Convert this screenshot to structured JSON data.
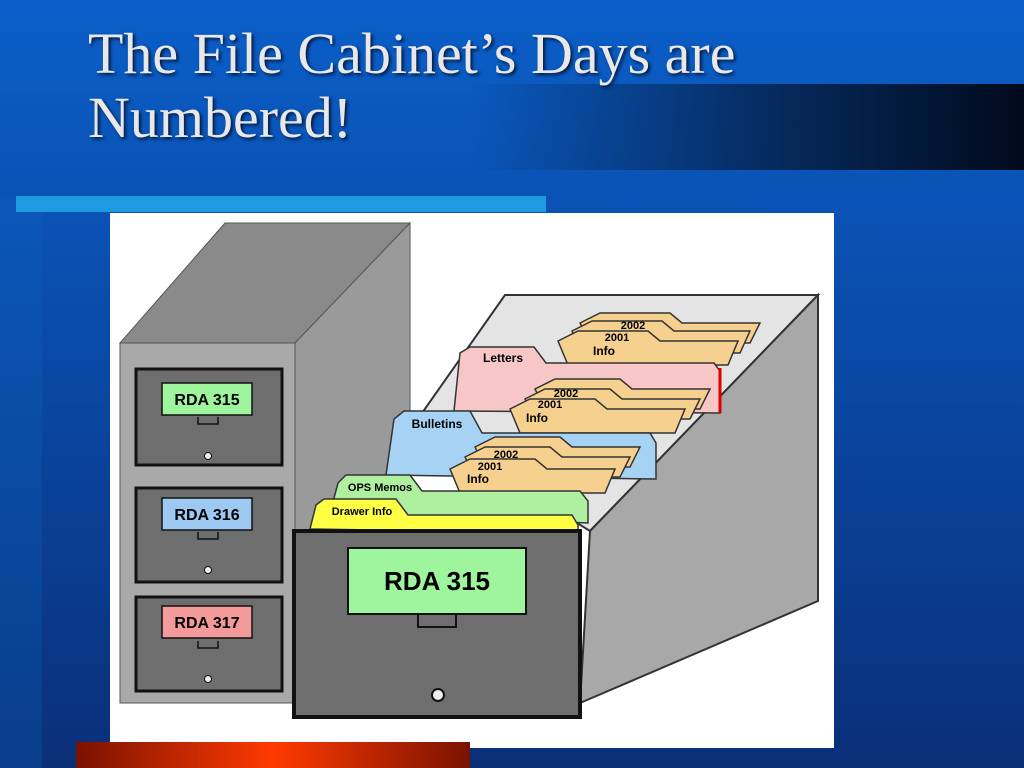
{
  "slide": {
    "title": "The File Cabinet’s Days are Numbered!"
  },
  "cabinet": {
    "drawers": [
      {
        "label": "RDA 315",
        "color": "#9ef59e"
      },
      {
        "label": "RDA 316",
        "color": "#9cc8f2"
      },
      {
        "label": "RDA 317",
        "color": "#f59a9a"
      }
    ]
  },
  "open_drawer": {
    "label": "RDA 315",
    "folders": [
      {
        "tab": "Letters",
        "color": "#f7c6c6"
      },
      {
        "tab": "Bulletins",
        "color": "#a6d2f4"
      },
      {
        "tab": "OPS Memos",
        "color": "#aef0a0"
      },
      {
        "tab": "Drawer Info",
        "color": "#ffff44"
      }
    ],
    "sub_tabs": {
      "top": [
        "2002",
        "2001",
        "Info"
      ],
      "middle": [
        "2002",
        "2001",
        "Info"
      ],
      "bottom": [
        "2002",
        "2001",
        "Info"
      ]
    }
  },
  "colors": {
    "background": "#0a4aa8",
    "accent_bar": "#1e9be0",
    "bottom_bar": "#ff3a00",
    "manila": "#f6d08e"
  }
}
